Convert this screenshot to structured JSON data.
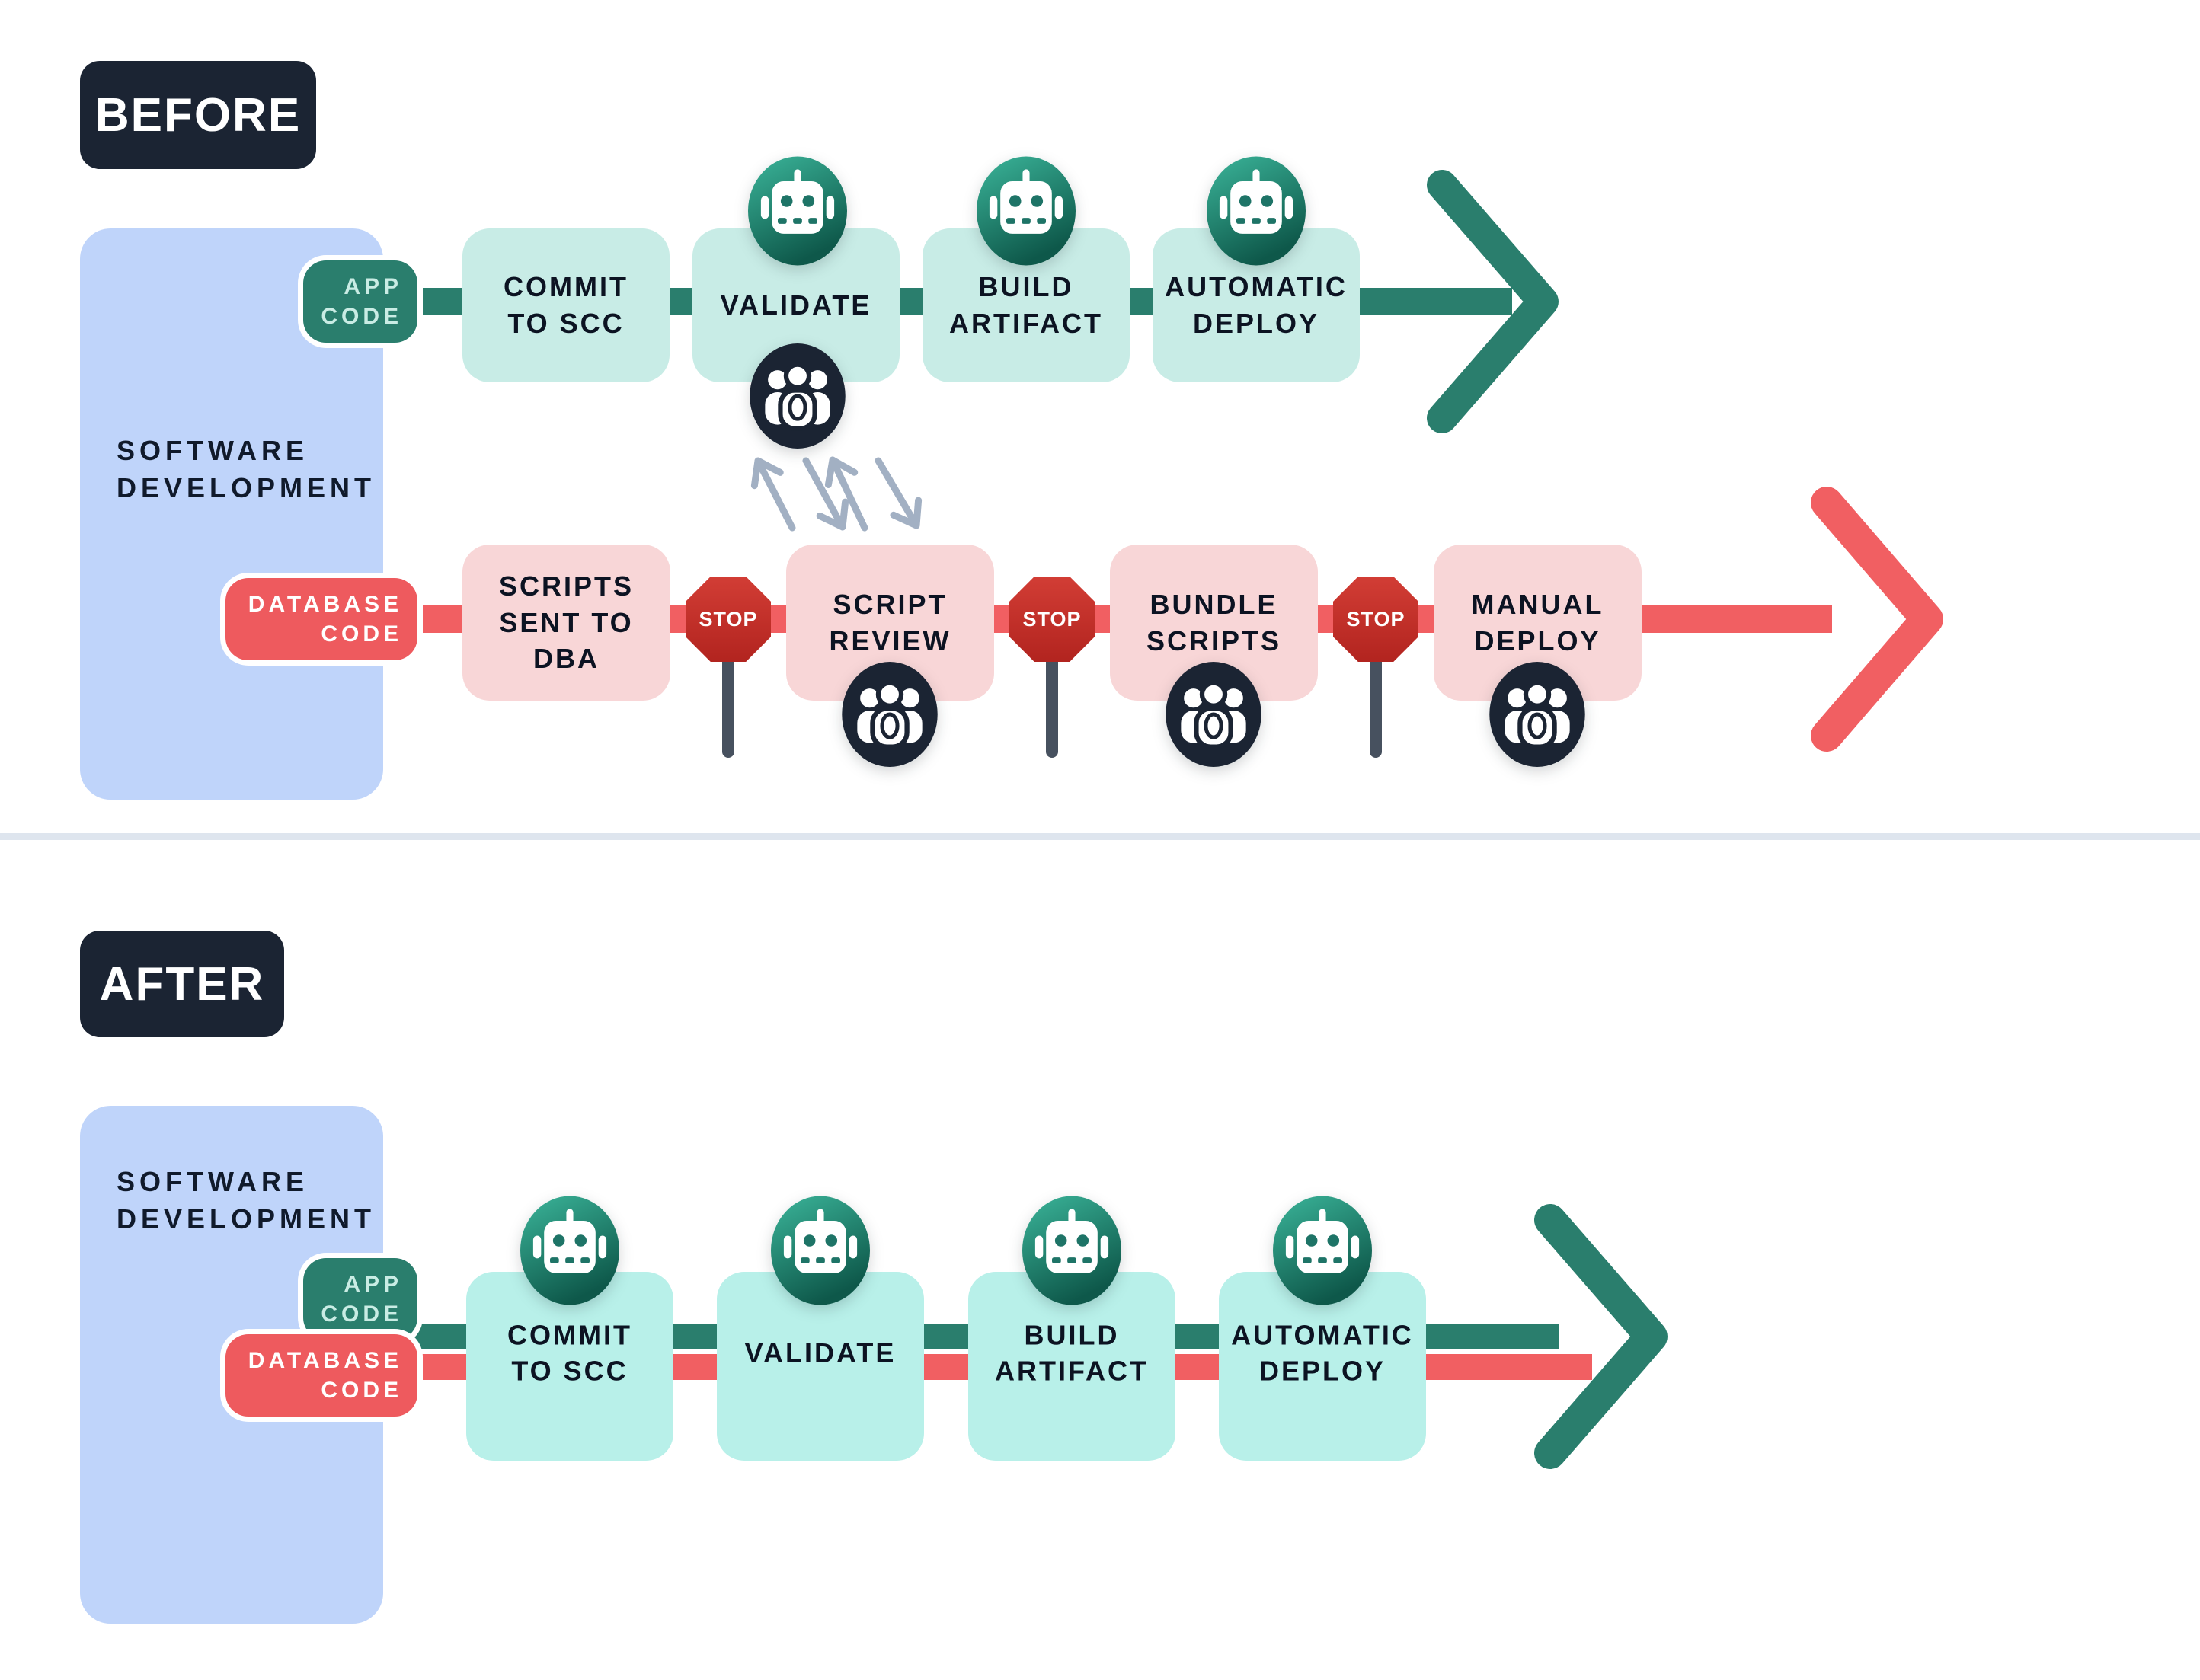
{
  "title": "Database DevOps workflow, before and after automation",
  "colors": {
    "navy": "#1b2433",
    "panel_blue": "#bfd4fa",
    "teal": "#2a7e6d",
    "teal_gradient_light": "#3bb59a",
    "teal_gradient_dark": "#0e584a",
    "mint_before": "#c8ece6",
    "mint_after": "#b8f0e9",
    "red_pill": "#ee5a5e",
    "red_line": "#f15f62",
    "pink_box": "#f8d6d7",
    "stop_red": "#c62f2b",
    "post_gray": "#47515f",
    "people_navy": "#1b2433",
    "zigzag_gray": "#a2b0c3",
    "divider_gray": "#dee5ee"
  },
  "icons": {
    "automated_step": "robot-icon",
    "manual_step": "team-icon",
    "blocker": "stop-sign"
  },
  "before": {
    "section_label": "BEFORE",
    "development_box": "SOFTWARE\nDEVELOPMENT",
    "app_track": {
      "pill": "APP\nCODE",
      "steps": [
        {
          "label": "COMMIT\nTO SCC",
          "icon_above": null,
          "icon_below": null
        },
        {
          "label": "VALIDATE",
          "icon_above": "robot-icon",
          "icon_below": "team-icon"
        },
        {
          "label": "BUILD\nARTIFACT",
          "icon_above": "robot-icon",
          "icon_below": null
        },
        {
          "label": "AUTOMATIC\nDEPLOY",
          "icon_above": "robot-icon",
          "icon_below": null
        }
      ]
    },
    "db_track": {
      "pill": "DATABASE\nCODE",
      "stop_label": "STOP",
      "steps": [
        {
          "label": "SCRIPTS\nSENT TO\nDBA",
          "icon_below": null
        },
        {
          "label": "SCRIPT\nREVIEW",
          "icon_below": "team-icon"
        },
        {
          "label": "BUNDLE\nSCRIPTS",
          "icon_below": "team-icon"
        },
        {
          "label": "MANUAL\nDEPLOY",
          "icon_below": "team-icon"
        }
      ]
    }
  },
  "after": {
    "section_label": "AFTER",
    "development_box": "SOFTWARE\nDEVELOPMENT",
    "app_pill": "APP\nCODE",
    "db_pill": "DATABASE\nCODE",
    "steps": [
      {
        "label": "COMMIT\nTO SCC",
        "icon_above": "robot-icon"
      },
      {
        "label": "VALIDATE",
        "icon_above": "robot-icon"
      },
      {
        "label": "BUILD\nARTIFACT",
        "icon_above": "robot-icon"
      },
      {
        "label": "AUTOMATIC\nDEPLOY",
        "icon_above": "robot-icon"
      }
    ]
  }
}
